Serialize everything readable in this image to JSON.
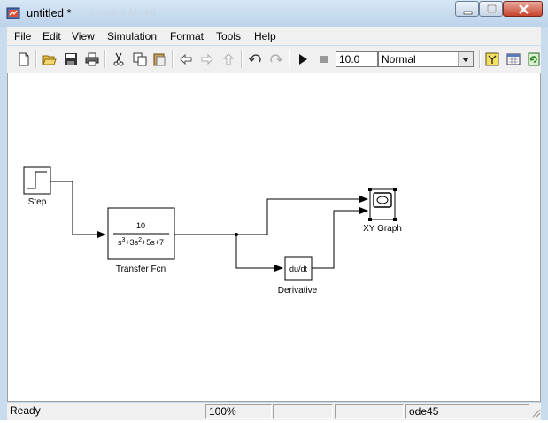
{
  "window": {
    "title": "untitled *",
    "title_ghost": "- Simulink Model"
  },
  "menu": [
    "File",
    "Edit",
    "View",
    "Simulation",
    "Format",
    "Tools",
    "Help"
  ],
  "toolbar": {
    "stop_time": "10.0",
    "sim_mode": "Normal",
    "icons": [
      "new-icon",
      "open-icon",
      "save-icon",
      "print-icon",
      "cut-icon",
      "copy-icon",
      "paste-icon",
      "back-icon",
      "forward-icon",
      "up-icon",
      "undo-icon",
      "redo-icon",
      "play-icon",
      "stop-icon",
      "library-browser-icon",
      "model-explorer-icon",
      "refresh-icon"
    ]
  },
  "blocks": {
    "step": {
      "label": "Step"
    },
    "transfer_fcn": {
      "label": "Transfer Fcn",
      "numerator": "10",
      "denominator": "s3+3s2+5s+7"
    },
    "derivative": {
      "label": "Derivative",
      "text": "du/dt"
    },
    "xy_graph": {
      "label": "XY Graph"
    }
  },
  "status": {
    "state": "Ready",
    "zoom": "100%",
    "solver": "ode45"
  },
  "colors": {
    "titlebar": "#c9dcee",
    "close_button": "#c7442d",
    "canvas": "#ffffff"
  }
}
